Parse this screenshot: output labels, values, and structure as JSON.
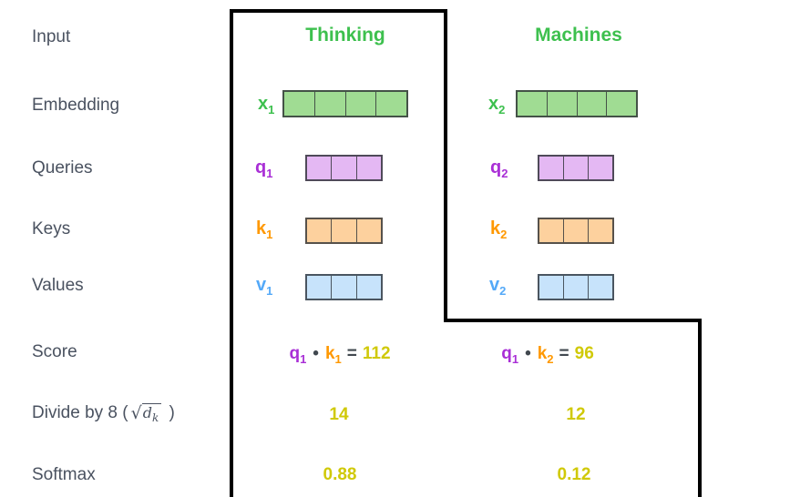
{
  "palette": {
    "green_text": "#3dc04e",
    "green_fill": "#a0dc93",
    "purple_text": "#a92fd6",
    "purple_fill": "#e4b8f3",
    "orange_text": "#ff9800",
    "orange_fill": "#fdd19e",
    "blue_text": "#54a9f8",
    "blue_fill": "#c7e3fb",
    "value_yellow": "#d0c908",
    "row_label_slate": "#4a5260",
    "outline_black": "#000000"
  },
  "row_labels": {
    "input": "Input",
    "embedding": "Embedding",
    "queries": "Queries",
    "keys": "Keys",
    "values": "Values",
    "score": "Score",
    "divide_prefix": "Divide by 8 (",
    "divide_radical": "√",
    "divide_var": "d",
    "divide_var_sub": "k",
    "divide_suffix": ")",
    "softmax": "Softmax"
  },
  "columns": [
    {
      "header": "Thinking",
      "embedding": {
        "label": "x",
        "sub": "1",
        "cells": 4
      },
      "query": {
        "label": "q",
        "sub": "1",
        "cells": 3
      },
      "key": {
        "label": "k",
        "sub": "1",
        "cells": 3
      },
      "value": {
        "label": "v",
        "sub": "1",
        "cells": 3
      },
      "score": {
        "q": "q",
        "q_sub": "1",
        "dot": "•",
        "k": "k",
        "k_sub": "1",
        "equals": "=",
        "result": "112"
      },
      "divided": "14",
      "softmax": "0.88"
    },
    {
      "header": "Machines",
      "embedding": {
        "label": "x",
        "sub": "2",
        "cells": 4
      },
      "query": {
        "label": "q",
        "sub": "2",
        "cells": 3
      },
      "key": {
        "label": "k",
        "sub": "2",
        "cells": 3
      },
      "value": {
        "label": "v",
        "sub": "2",
        "cells": 3
      },
      "score": {
        "q": "q",
        "q_sub": "1",
        "dot": "•",
        "k": "k",
        "k_sub": "2",
        "equals": "=",
        "result": "96"
      },
      "divided": "12",
      "softmax": "0.12"
    }
  ]
}
